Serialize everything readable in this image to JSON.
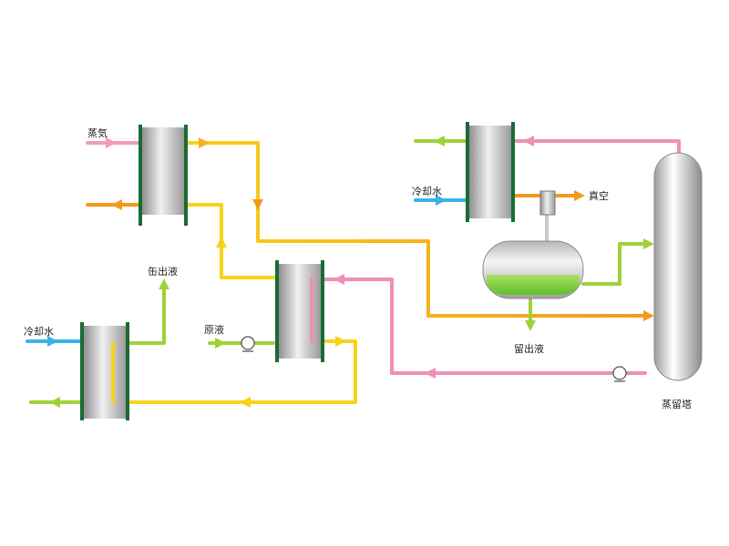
{
  "labels": {
    "steam": "蒸気",
    "cooling_water_top": "冷却水",
    "cooling_water_bottom": "冷却水",
    "vacuum": "真空",
    "bottoms": "缶出液",
    "feed": "原液",
    "distillate": "留出液",
    "column": "蒸留塔"
  },
  "colors": {
    "steam": "#f29ac0",
    "orange": "#f39a1b",
    "yellow": "#f7d21a",
    "green": "#9fd23a",
    "cooling": "#39b3e6",
    "pink": "#ef8fb8",
    "frame": "#1a6b33",
    "liquid": "#8bd44a"
  },
  "icons": {
    "arrow": "arrow-icon",
    "pump": "pump-icon"
  }
}
